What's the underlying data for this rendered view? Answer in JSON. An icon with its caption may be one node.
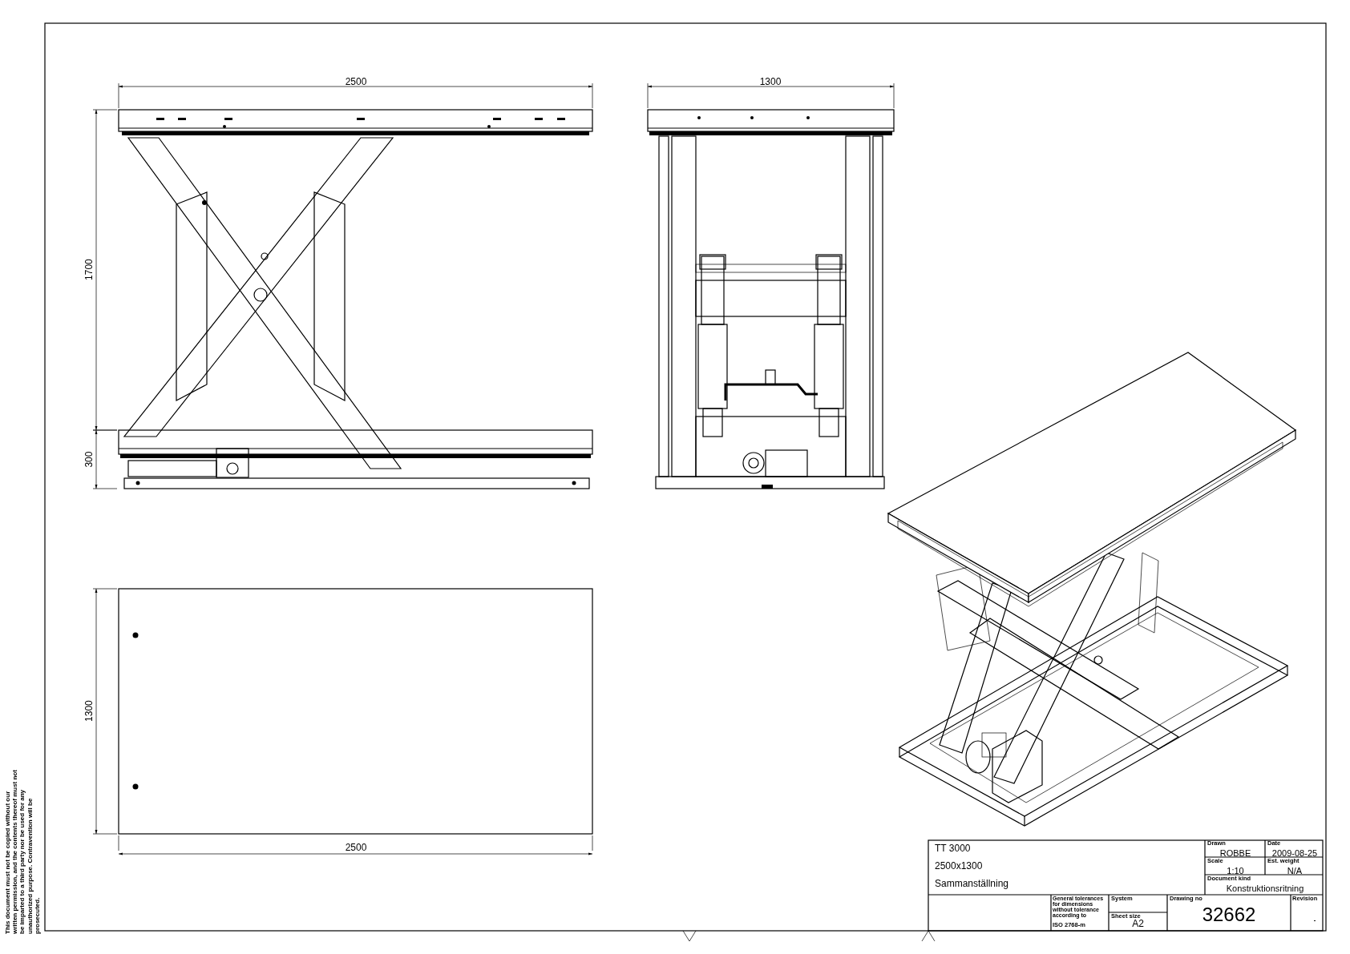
{
  "diagram": {
    "labels": [
      "This document must not be copied without our written permission, and the contents thereof must not be imparted to a third party nor be used for any unauthorized purpose. Contravention will be prosecuted.",
      "2500",
      "1300",
      "1700",
      "300",
      "1300",
      "2500",
      "TT 3000",
      "2500x1300",
      "Sammanställning",
      "Drawn",
      "ROBBE",
      "Date",
      "2009-08-25",
      "Scale",
      "1:10",
      "Est. weight",
      "N/A",
      "Document kind",
      "Konstruktionsritning",
      "General tolerances for dimensions without tolerance according to",
      "ISO 2768-m",
      "System",
      "Sheet size",
      "A2",
      "Drawing no",
      "32662",
      "Revision",
      "-"
    ]
  }
}
